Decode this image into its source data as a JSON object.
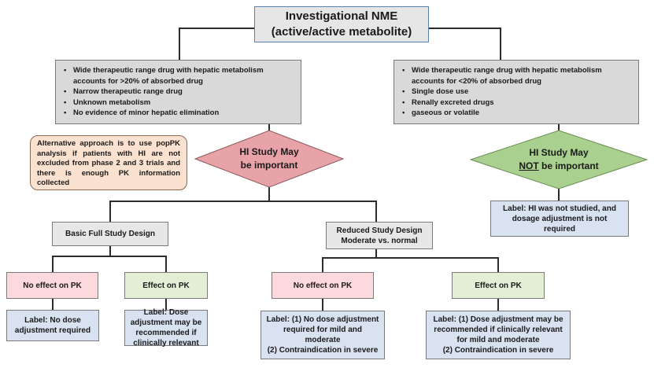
{
  "top_node": {
    "line1": "Investigational NME",
    "line2": "(active/active metabolite)"
  },
  "left_criteria": [
    "Wide therapeutic range drug with hepatic metabolism accounts for >20% of absorbed drug",
    "Narrow therapeutic range drug",
    "Unknown metabolism",
    "No evidence of minor hepatic elimination"
  ],
  "right_criteria": [
    "Wide therapeutic range drug with hepatic metabolism accounts for <20% of absorbed drug",
    "Single dose use",
    "Renally excreted drugs",
    "gaseous or volatile"
  ],
  "alternative_note": "Alternative approach is to use popPK analysis if patients with HI are not excluded from phase 2 and 3 trials and there is enough PK information collected",
  "decision_important": {
    "line1": "HI Study May",
    "line2": "be important"
  },
  "decision_not_important": {
    "line1": "HI Study May",
    "line2_a": "NOT",
    "line2_b": " be important"
  },
  "label_not_studied": "Label: HI was not studied, and dosage adjustment is not required",
  "basic_design": "Basic Full Study Design",
  "reduced_design": {
    "line1": "Reduced Study Design",
    "line2": "Moderate vs. normal"
  },
  "outcomes": {
    "basic_no_effect": "No effect on PK",
    "basic_effect": "Effect on PK",
    "reduced_no_effect": "No effect on PK",
    "reduced_effect": "Effect on PK"
  },
  "labels": {
    "basic_no_effect": "Label: No dose adjustment required",
    "basic_effect": "Label: Dose adjustment may be recommended if clinically relevant",
    "reduced_no_effect_1": "Label: (1) No dose adjustment required for mild and moderate",
    "reduced_no_effect_2": "(2) Contraindication in severe",
    "reduced_effect_1": "Label: (1) Dose adjustment may be recommended if clinically relevant for mild and moderate",
    "reduced_effect_2": "(2) Contraindication in severe"
  },
  "colors": {
    "line": "#2b2b2b",
    "diamond_red": "#e8a3a8",
    "diamond_green": "#a9d08e"
  }
}
